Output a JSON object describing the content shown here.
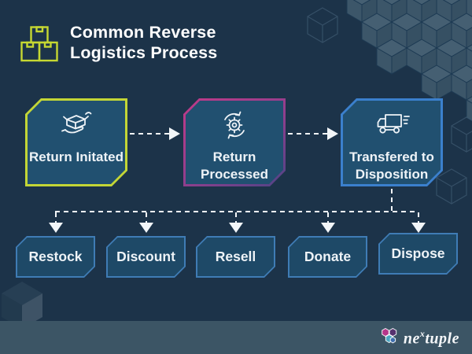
{
  "header": {
    "title": "Common Reverse Logistics Process",
    "icon": "stacked-boxes-icon"
  },
  "process_steps": [
    {
      "label": "Return Initated",
      "icon": "return-package-icon",
      "accent_color": "#c3d636"
    },
    {
      "label": "Return Processed",
      "icon": "process-gear-icon",
      "accent_color": "#b23e8d"
    },
    {
      "label": "Transfered to Disposition",
      "icon": "delivery-truck-icon",
      "accent_color": "#3b80cd"
    }
  ],
  "disposition_options": [
    {
      "label": "Restock"
    },
    {
      "label": "Discount"
    },
    {
      "label": "Resell"
    },
    {
      "label": "Donate"
    },
    {
      "label": "Dispose"
    }
  ],
  "footer": {
    "brand_prefix": "ne",
    "brand_sup": "x",
    "brand_suffix": "tuple",
    "icon": "nextuple-hexagon-logo"
  },
  "colors": {
    "background": "#1c3349",
    "step_box_fill": "#215070",
    "option_box_fill": "#1e4967",
    "option_box_border": "#3f7cb5",
    "accent_yellow": "#c3d636",
    "accent_magenta": "#b23e8d",
    "accent_blue": "#3b80cd",
    "footer_band": "#3c5565",
    "connector": "#f2f6f9",
    "text": "#eef3f7"
  }
}
